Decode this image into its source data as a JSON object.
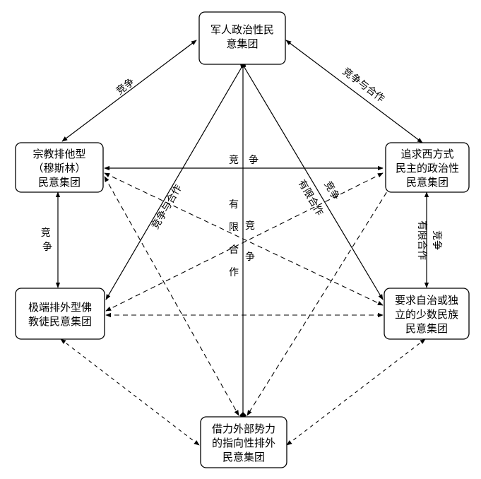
{
  "nodes": [
    {
      "id": "military",
      "lines": [
        "军人政治性民",
        "意集团"
      ]
    },
    {
      "id": "western",
      "lines": [
        "追求西方式",
        "民主的政治性",
        "民意集团"
      ]
    },
    {
      "id": "minority",
      "lines": [
        "要求自治或独",
        "立的少数民族",
        "民意集团"
      ]
    },
    {
      "id": "foreign",
      "lines": [
        "借力外部势力",
        "的指向性排外",
        "民意集团"
      ]
    },
    {
      "id": "buddhist",
      "lines": [
        "极端排外型佛",
        "教徒民意集团"
      ]
    },
    {
      "id": "muslim",
      "lines": [
        "宗教排他型",
        "（穆斯林）",
        "民意集团"
      ]
    }
  ],
  "edge_labels": {
    "military_muslim": "竞争",
    "military_western": "竞争与合作",
    "muslim_western": "竞　争",
    "muslim_buddhist": "竞争",
    "western_minority_a": "有限合作",
    "western_minority_b": "竞争",
    "military_buddhist": "竞争与合作",
    "military_minority_a": "竞争",
    "military_minority_b": "有限合作",
    "military_foreign_a": "有限合作",
    "military_foreign_b": "竞争"
  },
  "colors": {
    "line": "#000000",
    "node_fill": "#ffffff"
  }
}
